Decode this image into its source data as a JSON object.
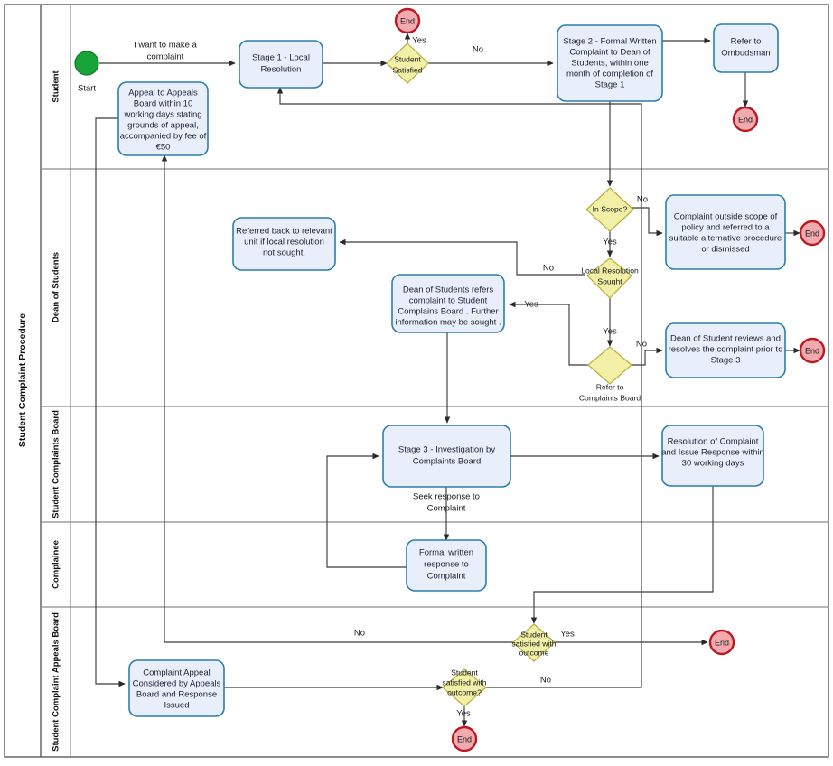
{
  "pool": {
    "title": "Student Complaint Procedure"
  },
  "lanes": [
    {
      "id": "student",
      "label": "Student"
    },
    {
      "id": "dean",
      "label": "Dean of Students"
    },
    {
      "id": "board",
      "label": "Student Complaints Board"
    },
    {
      "id": "complainee",
      "label": "Complainee"
    },
    {
      "id": "appeals",
      "label": "Student Complaint Appeals Board"
    }
  ],
  "colors": {
    "task_fill": "#e9eefb",
    "task_stroke": "#2a7fab",
    "gateway_fill": "#f2efa6",
    "gateway_stroke": "#b8ae3a",
    "end_fill": "#f2aaae",
    "end_stroke": "#bb1a22",
    "start_fill": "#17a438",
    "flow_stroke": "#3a3a3a",
    "lane_stroke": "#8a8a8a"
  },
  "nodes": {
    "start": {
      "type": "start-event",
      "label": "Start"
    },
    "task_stage1": {
      "type": "task",
      "lines": [
        "Stage 1 - Local",
        "Resolution"
      ]
    },
    "task_appeal_board": {
      "type": "task",
      "lines": [
        "Appeal to Appeals",
        "Board within 10",
        "working days stating",
        "grounds of appeal,",
        "accompanied by fee of",
        "€50"
      ]
    },
    "task_stage2": {
      "type": "task",
      "lines": [
        "Stage 2 - Formal Written",
        "Complaint to Dean of",
        "Students, within one",
        "month of completion of",
        "Stage 1"
      ]
    },
    "task_ombudsman": {
      "type": "task",
      "lines": [
        "Refer to",
        "Ombudsman"
      ]
    },
    "task_referred_back": {
      "type": "task",
      "lines": [
        "Referred back to relevant",
        "unit if local resolution",
        "not sought."
      ]
    },
    "task_outside_scope": {
      "type": "task",
      "lines": [
        "Complaint outside scope of",
        "policy and referred to a",
        "suitable alternative procedure",
        "or dismissed"
      ]
    },
    "task_dean_refers": {
      "type": "task",
      "lines": [
        "Dean of Students refers",
        "complaint to Student",
        "Complains Board . Further",
        "information may be sought ."
      ]
    },
    "task_dean_reviews": {
      "type": "task",
      "lines": [
        "Dean of Student reviews and",
        "resolves the complaint prior to",
        "Stage 3"
      ]
    },
    "task_stage3": {
      "type": "task",
      "lines": [
        "Stage 3 - Investigation by",
        "Complaints Board"
      ]
    },
    "task_resolution": {
      "type": "task",
      "lines": [
        "Resolution of Complaint",
        "and Issue Response within",
        "30 working days"
      ]
    },
    "task_formal_response": {
      "type": "task",
      "lines": [
        "Formal written",
        "response to",
        "Complaint"
      ]
    },
    "task_appeal_considered": {
      "type": "task",
      "lines": [
        "Complaint Appeal",
        "Considered by Appeals",
        "Board and Response",
        "Issued"
      ]
    },
    "gw_student_satisfied": {
      "type": "gateway",
      "lines": [
        "Student",
        "Satisfied"
      ]
    },
    "gw_in_scope": {
      "type": "gateway",
      "lines": [
        "In Scope?"
      ]
    },
    "gw_local_resolution": {
      "type": "gateway",
      "lines": [
        "Local Resolution",
        "Sought"
      ]
    },
    "gw_refer_board": {
      "type": "gateway",
      "lines": [
        "Refer to",
        "Complaints Board"
      ]
    },
    "gw_satisfied_outcome": {
      "type": "gateway",
      "lines": [
        "Student",
        "satisfied with",
        "outcome"
      ]
    },
    "gw_satisfied_outcome2": {
      "type": "gateway",
      "lines": [
        "Student",
        "satisfied with",
        "outcome?"
      ]
    },
    "end_1": {
      "type": "end-event",
      "label": "End"
    },
    "end_2": {
      "type": "end-event",
      "label": "End"
    },
    "end_3": {
      "type": "end-event",
      "label": "End"
    },
    "end_4": {
      "type": "end-event",
      "label": "End"
    },
    "end_5": {
      "type": "end-event",
      "label": "End"
    },
    "end_6": {
      "type": "end-event",
      "label": "End"
    }
  },
  "edge_labels": {
    "want_complaint": "I want to make a complaint",
    "satisfied_yes": "Yes",
    "satisfied_no": "No",
    "in_scope_no": "No",
    "in_scope_yes": "Yes",
    "local_res_no": "No",
    "local_res_yes": "Yes",
    "refer_board_yes": "Yes",
    "refer_board_no": "No",
    "seek_response": "Seek response to Complaint",
    "outcome_no": "No",
    "outcome_yes": "Yes",
    "outcome2_no": "No",
    "outcome2_yes": "Yes"
  }
}
